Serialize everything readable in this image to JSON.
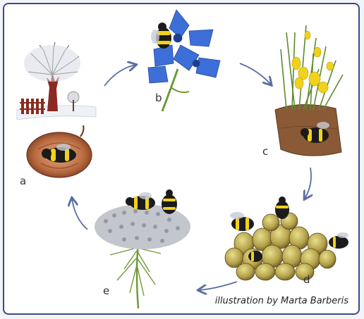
{
  "stages": [
    {
      "id": "a",
      "label": "a",
      "depicts": "winter-tree-and-queen-in-burrow"
    },
    {
      "id": "b",
      "label": "b",
      "depicts": "queen-on-blue-flower"
    },
    {
      "id": "c",
      "label": "c",
      "depicts": "queen-nesting-under-yellow-flowers"
    },
    {
      "id": "d",
      "label": "d",
      "depicts": "colony-on-brood-cells"
    },
    {
      "id": "e",
      "label": "e",
      "depicts": "bees-on-white-umbel-flower"
    }
  ],
  "credit": "illustration by Marta Barberis",
  "colors": {
    "frame": "#3b4a8c",
    "arrow": "#5a6fa0",
    "bee_yellow": "#f2d21b",
    "bee_black": "#1b1b1b",
    "flower_blue": "#3d6fd8",
    "flower_yellow": "#f0d21a",
    "soil": "#8a5a36",
    "umbel": "#b9bcc4"
  }
}
